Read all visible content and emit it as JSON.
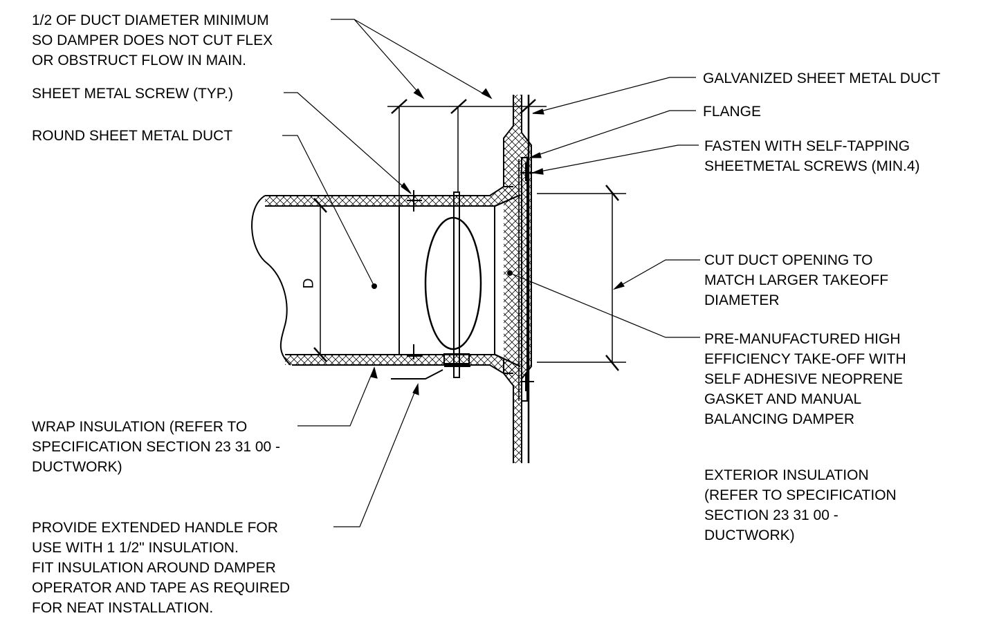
{
  "labels": {
    "half_diameter": [
      "1/2 OF DUCT DIAMETER MINIMUM",
      "SO DAMPER DOES NOT CUT FLEX",
      "OR OBSTRUCT FLOW IN MAIN."
    ],
    "screw": [
      "SHEET METAL SCREW (TYP.)"
    ],
    "round_duct": [
      "ROUND SHEET METAL DUCT"
    ],
    "wrap_insulation": [
      "WRAP INSULATION (REFER TO",
      "SPECIFICATION SECTION 23 31 00 -",
      "DUCTWORK)"
    ],
    "extended_handle": [
      "PROVIDE EXTENDED HANDLE FOR",
      "USE WITH 1 1/2\" INSULATION.",
      "FIT INSULATION AROUND DAMPER",
      "OPERATOR AND TAPE AS REQUIRED",
      "FOR NEAT INSTALLATION."
    ],
    "galvanized": [
      "GALVANIZED SHEET METAL DUCT"
    ],
    "flange": [
      "FLANGE"
    ],
    "fasten": [
      "FASTEN WITH SELF-TAPPING",
      "SHEETMETAL SCREWS (MIN.4)"
    ],
    "cut_opening": [
      "CUT DUCT OPENING TO",
      "MATCH LARGER TAKEOFF",
      "DIAMETER"
    ],
    "takeoff": [
      "PRE-MANUFACTURED HIGH",
      "EFFICIENCY TAKE-OFF WITH",
      "SELF ADHESIVE NEOPRENE",
      "GASKET AND MANUAL",
      "BALANCING DAMPER"
    ],
    "exterior_insulation": [
      "EXTERIOR INSULATION",
      "(REFER TO SPECIFICATION",
      "SECTION 23 31 00 -",
      "DUCTWORK)"
    ],
    "dimension_d": "D"
  },
  "colors": {
    "line": "#000000",
    "background": "#ffffff"
  }
}
